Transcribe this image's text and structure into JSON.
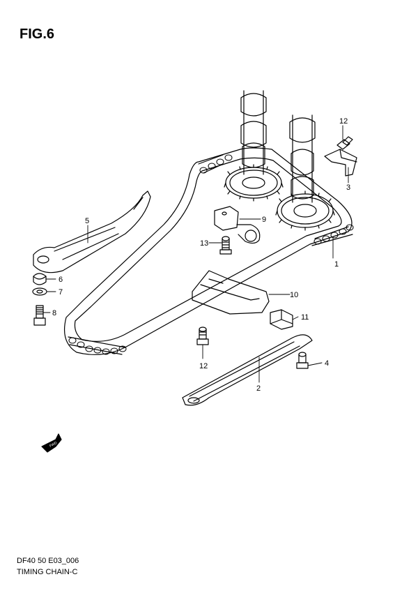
{
  "figure": {
    "title": "FIG.6"
  },
  "callouts": [
    "1",
    "2",
    "3",
    "4",
    "5",
    "6",
    "7",
    "8",
    "9",
    "10",
    "11",
    "12",
    "12",
    "13"
  ],
  "fwd_label": "FWD",
  "footer": {
    "code": "DF40 50 E03_006",
    "name": "TIMING CHAIN-C"
  }
}
